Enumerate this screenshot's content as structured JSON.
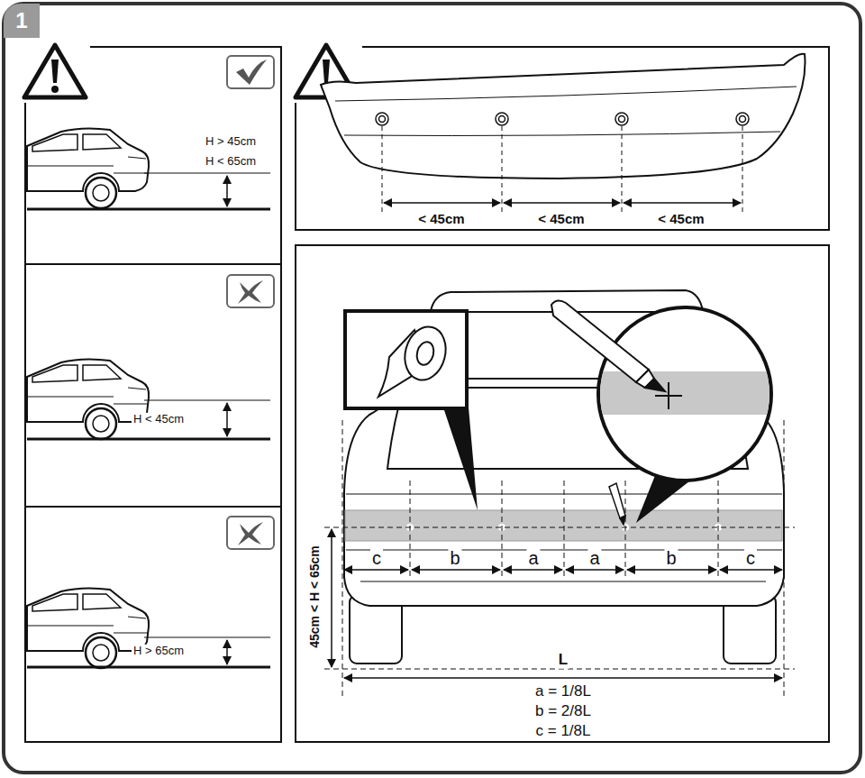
{
  "diagram": {
    "nodes": [
      {
        "text": [
          "1"
        ]
      }
    ],
    "labels": [
      "H > 45cm",
      "H < 65cm",
      "H < 45cm",
      "H > 65cm",
      "< 45cm",
      "< 45cm",
      "< 45cm",
      "c",
      "b",
      "a",
      "a",
      "b",
      "c",
      "45cm < H < 65cm",
      "L",
      "a = 1/8L",
      "b = 2/8L",
      "c = 1/8L"
    ]
  }
}
